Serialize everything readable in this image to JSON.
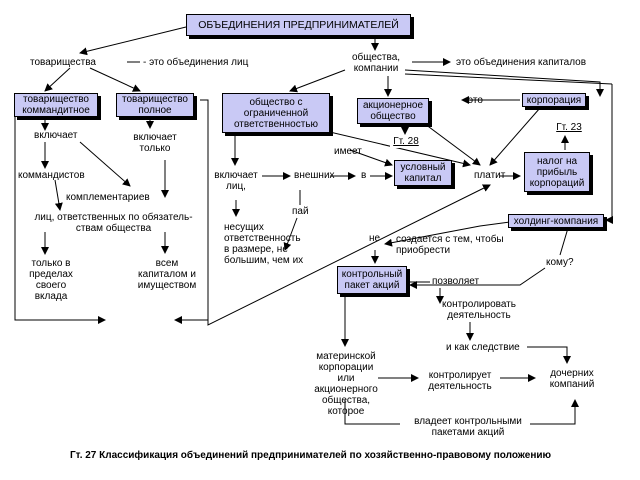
{
  "title": "ОБЪЕДИНЕНИЯ ПРЕДПРИНИМАТЕЛЕЙ",
  "nodes": {
    "tovarishchestva": "товарищества",
    "tov_note": "- это объединения лиц",
    "obshchestva": "общества, компании",
    "obsh_note": "это объединения капиталов",
    "kommandit": "товарищество коммандитное",
    "polnoe": "товарищество полное",
    "ooo": "общество с ограниченной ответственностью",
    "ao": "акционерное общество",
    "eto": "это",
    "korporaciya": "корпорация",
    "g28": "Гт. 28",
    "g23": "Гт. 23",
    "vklyuchaet1": "включает",
    "vklyuchaet_tolko": "включает только",
    "kommanditov": "коммандистов",
    "komplementariev": "комплементариев",
    "lic_otv": "лиц, ответственных по обязатель- ствам общества",
    "tolko_v": "только в пределах своего вклада",
    "vsem": "всем капиталом и имуществом",
    "vklyuchaet_lic": "включает лиц,",
    "vneshnih": "внешних",
    "v": "в",
    "imeet": "имеет",
    "ustavnoy": "условный капитал",
    "platit": "платит",
    "nalog": "налог на прибыль корпораций",
    "pay": "пай",
    "nesushchih": "несущих ответственность в размере, не большим, чем их",
    "ne": "не",
    "holding": "холдинг-компания",
    "sozdaetsya": "создается с тем, чтобы приобрести",
    "komu": "кому?",
    "kontrolny": "контрольный пакет акций",
    "pozvolyaet": "позволяет",
    "kontrolirovat": "контролировать деятельность",
    "i_kak": "и как следствие",
    "materinskoy": "материнской корпорации или акционерного общества, которое",
    "kontroliruet": "контролирует деятельность",
    "dochernih": "дочерних компаний",
    "vladeet": "владеет контрольными пакетами акций"
  },
  "caption": "Гт. 27 Классификация объединений предпринимателей по хозяйственно-правовому положению"
}
